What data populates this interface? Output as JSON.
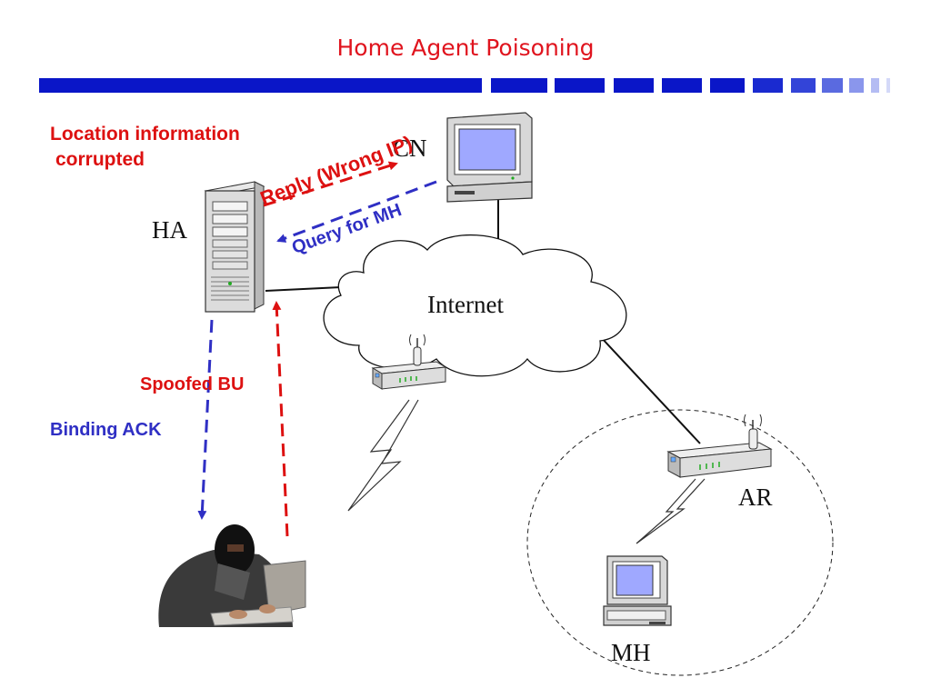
{
  "slide": {
    "title": "Home Agent Poisoning"
  },
  "colors": {
    "title": "#e0141e",
    "bar": "#0a16c8",
    "attack": "#dd1111",
    "response": "#2f2fc4"
  },
  "labels": {
    "location_line1": "Location information",
    "location_line2": "corrupted",
    "ha": "HA",
    "cn": "CN",
    "internet": "Internet",
    "ar": "AR",
    "mh": "MH",
    "reply": "Reply (Wrong IP)",
    "query": "Query for MH",
    "spoofed_bu": "Spoofed BU",
    "binding_ack": "Binding ACK"
  },
  "icons": [
    "server-icon",
    "desktop-computer-icon",
    "cloud-icon",
    "wireless-router-icon",
    "laptop-icon",
    "attacker-icon",
    "lightning-link-icon"
  ]
}
